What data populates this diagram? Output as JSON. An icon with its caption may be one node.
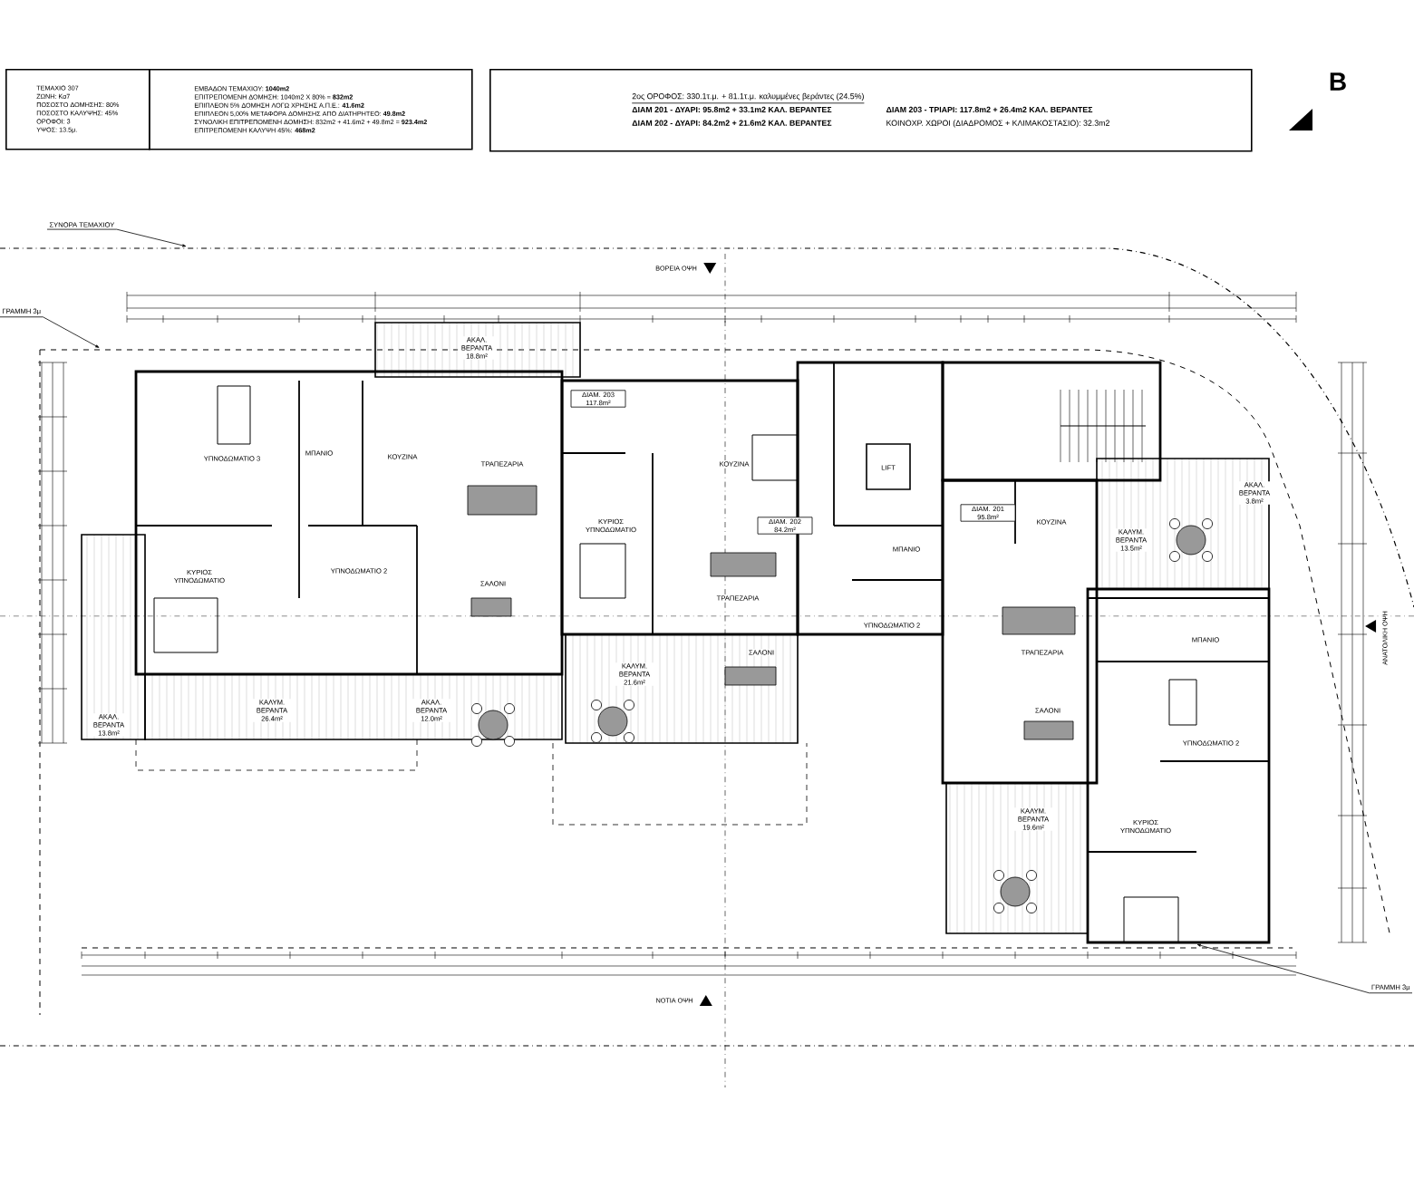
{
  "diagram": {
    "nodes": [
      {
        "text": [
          "ΤΕΜΑΧΙΟ 307",
          "ΖΩΝΗ: Κα7",
          "ΠΟΣΟΣΤΟ ΔΟΜΗΣΗΣ: 80%",
          "ΠΟΣΟΣΤΟ ΚΑΛΥΨΗΣ: 45%",
          "ΟΡΟΦΟΙ: 3",
          "ΥΨΟΣ: 13.5μ."
        ]
      },
      {
        "text": [
          "ΕΜΒΑΔΟΝ ΤΕΜΑΧΙΟΥ: **1040m2**",
          "ΕΠΙΤΡΕΠΟΜΕΝΗ ΔΟΜΗΣΗ: 1040m2 X 80% = **832m2**",
          "ΕΠΙΠΛΕΟΝ 5% ΔΟΜΗΣΗ ΛΟΓΩ ΧΡΗΣΗΣ Α.Π.Ε.: **41.6m2**",
          "ΕΠΙΠΛΕΟΝ 5,00% ΜΕΤΑΦΟΡΑ ΔΟΜΗΣΗΣ ΑΠΟ ΔΙΑΤΗΡΗΤΕΟ: **49.8m2**",
          "ΣΥΝΟΛΙΚΗ ΕΠΙΤΡΕΠΟΜΕΝΗ ΔΟΜΗΣΗ: 832m2 + 41.6m2 + 49.8m2 = **923.4m2**",
          "ΕΠΙΤΡΕΠΟΜΕΝΗ ΚΑΛΥΨΗ 45%: **468m2**"
        ]
      },
      {
        "text": [
          "2ος ΟΡΟΦΟΣ: 330.1τ.μ. + 81.1τ.μ. καλυμμένες βεράντες (24.5%)",
          "ΔΙΑΜ 201 - ΔΥΑΡΙ: 95.8m2 + 33.1m2 ΚΑΛ. ΒΕΡΑΝΤΕΣ",
          "ΔΙΑΜ 203 - ΤΡΙΑΡΙ: 117.8m2 + 26.4m2 ΚΑΛ. ΒΕΡΑΝΤΕΣ",
          "ΔΙΑΜ 202 - ΔΥΑΡΙ: 84.2m2 + 21.6m2 ΚΑΛ. ΒΕΡΑΝΤΕΣ",
          "ΚΟΙΝΟΧΡ. ΧΩΡΟΙ (ΔΙΑΔΡΟΜΟΣ + ΚΛΙΜΑΚΟΣΤΑΣΙΟ): 32.3m2"
        ]
      },
      {
        "text": [
          "ΣΥΝΟΡΑ ΤΕΜΑΧΙΟΥ"
        ]
      },
      {
        "text": [
          "ΓΡΑΜΜΗ 3μ"
        ]
      },
      {
        "text": [
          "ΓΡΑΜΜΗ 3μ"
        ]
      }
    ],
    "edges": [
      {
        "from": 3,
        "to": null,
        "arrow": "to"
      },
      {
        "from": 4,
        "to": null,
        "arrow": "to"
      },
      {
        "from": 5,
        "to": null,
        "arrow": "to"
      }
    ],
    "labels": [
      "Β",
      "ΒΟΡΕΙΑ ΟΨΗ",
      "ΑΚΑΛ. ΒΕΡΑΝΤΑ 18.8m²",
      "ΔΙΑΜ. 203 117.8m²",
      "ΥΠΝΟΔΩΜΑΤΙΟ 3",
      "ΜΠΑΝΙΟ",
      "ΚΟΥΖΙΝΑ",
      "ΤΡΑΠΕΖΑΡΙΑ",
      "ΚΟΥΖΙΝΑ",
      "LIFT",
      "ΑΚΑΛ. ΒΕΡΑΝΤΑ 3.8m²",
      "ΔΙΑΜ. 202 84.2m²",
      "ΚΥΡΙΟΣ ΥΠΝΟΔΩΜΑΤΙΟ",
      "ΔΙΑΜ. 201 95.8m²",
      "ΚΟΥΖΙΝΑ",
      "ΚΑΛΥΜ. ΒΕΡΑΝΤΑ 13.5m²",
      "ΜΠΑΝΙΟ",
      "ΚΥΡΙΟΣ ΥΠΝΟΔΩΜΑΤΙΟ",
      "ΥΠΝΟΔΩΜΑΤΙΟ 2",
      "ΣΑΛΟΝΙ",
      "ΤΡΑΠΕΖΑΡΙΑ",
      "ΥΠΝΟΔΩΜΑΤΙΟ 2",
      "ΜΠΑΝΙΟ",
      "ΤΡΑΠΕΖΑΡΙΑ",
      "ΣΑΛΟΝΙ",
      "ΚΑΛΥΜ. ΒΕΡΑΝΤΑ 21.6m²",
      "ΑΚΑΛ. ΒΕΡΑΝΤΑ 12.0m²",
      "ΚΑΛΥΜ. ΒΕΡΑΝΤΑ 26.4m²",
      "ΣΑΛΟΝΙ",
      "ΑΚΑΛ. ΒΕΡΑΝΤΑ 13.8m²",
      "ΥΠΝΟΔΩΜΑΤΙΟ 2",
      "ΚΑΛΥΜ. ΒΕΡΑΝΤΑ 19.6m²",
      "ΚΥΡΙΟΣ ΥΠΝΟΔΩΜΑΤΙΟ",
      "ΝΟΤΙΑ ΟΨΗ",
      "ΑΝΑΤΟΛΙΚΗ ΟΨΗ"
    ]
  }
}
